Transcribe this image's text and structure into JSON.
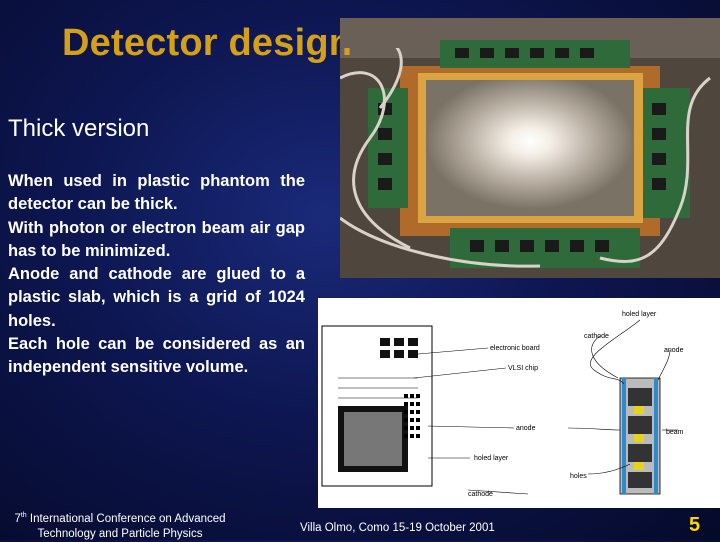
{
  "slide": {
    "title": "Detector design",
    "subtitle": "Thick version",
    "paragraphs": [
      "When used in plastic phantom the detector can be thick.",
      "With photon or electron beam air gap has to be minimized.",
      "Anode and cathode are glued to a plastic slab, which is a grid of 1024 holes.",
      "Each hole can be considered as an independent sensitive volume."
    ],
    "footer_ordinal": "7",
    "footer_ordinal_suffix": "th",
    "footer_conference": " International Conference on Advanced Technology and Particle Physics",
    "footer_venue": "Villa Olmo, Como 15-19 October 2001",
    "page_number": "5"
  },
  "diagram_labels": {
    "holed_layer_top": "holed layer",
    "cathode_top": "cathode",
    "anode": "anode",
    "electronic_board": "electronic board",
    "vlsi_chip": "VLSI chip",
    "anode_left": "anode",
    "holed_layer_bottom": "holed layer",
    "beam": "beam",
    "holes": "holes",
    "cathode_bottom": "cathode"
  }
}
